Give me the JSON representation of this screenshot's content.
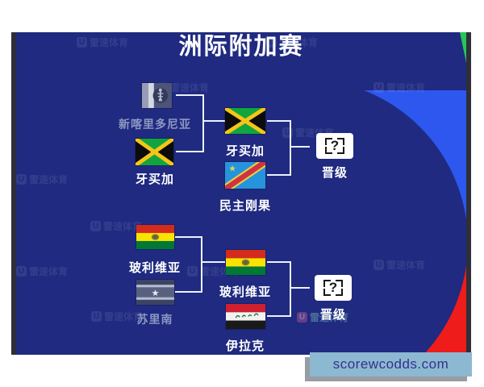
{
  "title": "洲际附加赛",
  "watermark": {
    "logo_letter": "U",
    "brand": "雷速体育"
  },
  "footer": {
    "site": "scorewcodds.com"
  },
  "brackets": [
    {
      "id": "top",
      "round1": [
        {
          "name": "新喀里多尼亚",
          "flag": "new-caledonia",
          "eliminated": true
        },
        {
          "name": "牙买加",
          "flag": "jamaica",
          "eliminated": false
        }
      ],
      "round2": [
        {
          "name": "牙买加",
          "flag": "jamaica"
        },
        {
          "name": "民主刚果",
          "flag": "dr-congo"
        }
      ],
      "winner": {
        "label": "晋级",
        "placeholder": "?"
      }
    },
    {
      "id": "bottom",
      "round1": [
        {
          "name": "玻利维亚",
          "flag": "bolivia",
          "eliminated": false
        },
        {
          "name": "苏里南",
          "flag": "suriname",
          "eliminated": true
        }
      ],
      "round2": [
        {
          "name": "玻利维亚",
          "flag": "bolivia"
        },
        {
          "name": "伊拉克",
          "flag": "iraq"
        }
      ],
      "winner": {
        "label": "晋级",
        "placeholder": "?"
      }
    }
  ],
  "colors": {
    "panel_navy": "#1f2a80",
    "accent_blue": "#2d57ee",
    "accent_red": "#ef1c1c",
    "accent_green": "#27c558",
    "line_white": "#edf1fb",
    "eliminated_text": "#8d97c2",
    "footer_bg": "#8cb8d2",
    "footer_text": "#33318a"
  }
}
